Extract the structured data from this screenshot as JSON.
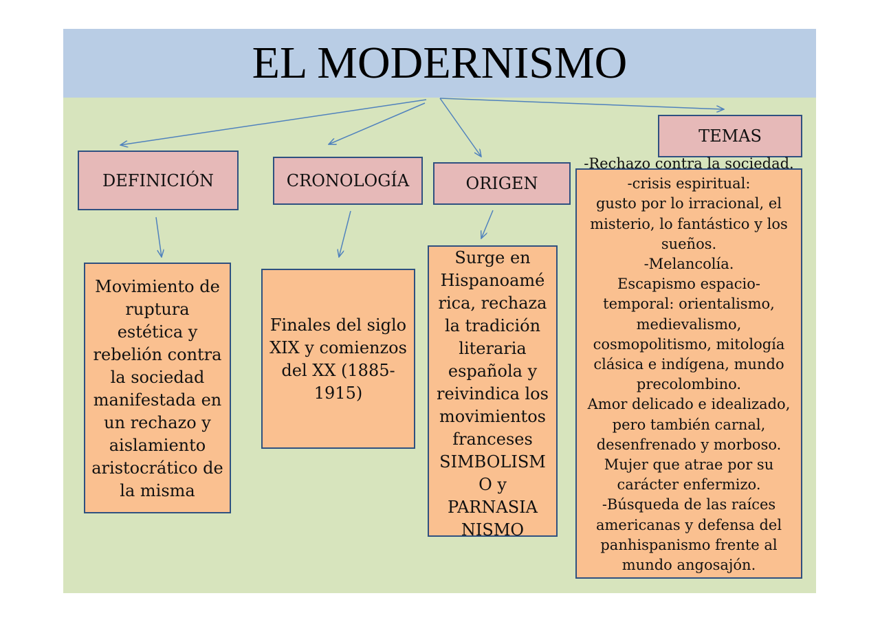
{
  "title": "EL MODERNISMO",
  "definicion": {
    "label": "DEFINICIÓN",
    "text": "Movimiento de ruptura estética y rebelión contra la sociedad manifestada en un rechazo y aislamiento aristocrático de la misma"
  },
  "cronologia": {
    "label": "CRONOLOGÍA",
    "text": "Finales del siglo XIX y comienzos del XX (1885-1915)"
  },
  "origen": {
    "label": "ORIGEN",
    "text": "Surge en Hispanoamé rica, rechaza la tradición literaria española y reivindica los movimientos franceses SIMBOLISM O y PARNASIA NISMO"
  },
  "temas": {
    "label": "TEMAS",
    "text": "-Rechazo contra la sociedad.\n-crisis espiritual:\ngusto por lo irracional, el\nmisterio, lo fantástico y los\nsueños.\n-Melancolía.\nEscapismo espacio-\ntemporal: orientalismo,\nmedievalismo,\ncosmopolitismo, mitología\nclásica e indígena, mundo\nprecolombino.\nAmor delicado e idealizado,\npero también carnal,\ndesenfrenado y morboso.\nMujer que atrae por su\ncarácter enfermizo.\n-Búsqueda de las raíces\namericanas y defensa del\npanhispanismo frente al\nmundo angosajón."
  },
  "colors": {
    "header": "#b9cde5",
    "background": "#d7e4bd",
    "label_fill": "#e6b9b8",
    "content_fill": "#fac090",
    "border": "#2e5080",
    "arrow": "#4f81bd"
  }
}
